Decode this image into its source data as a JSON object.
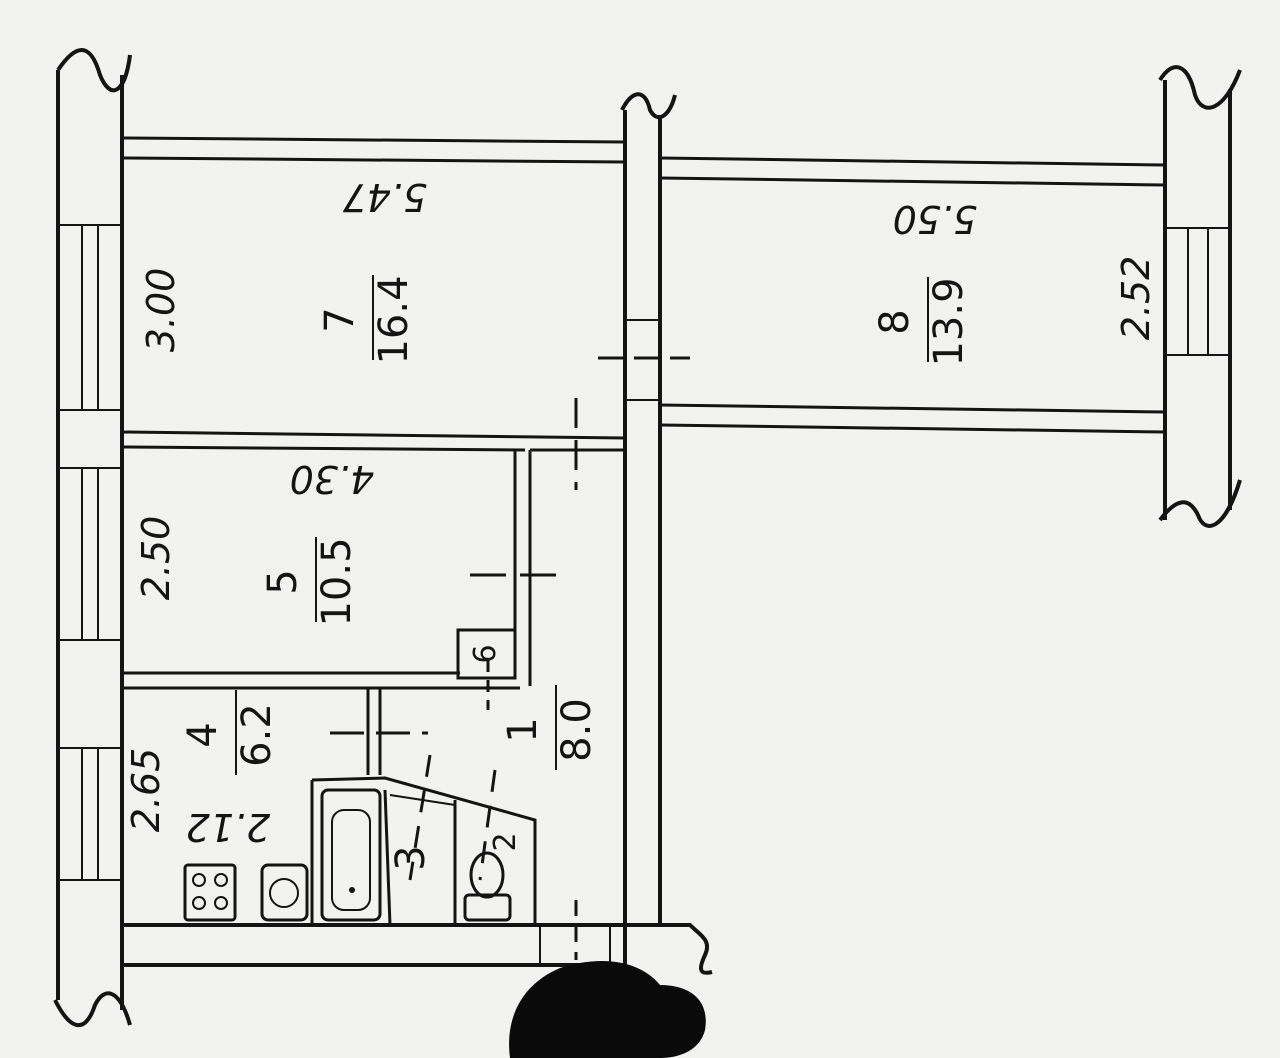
{
  "rooms": [
    {
      "id": "1",
      "area": "8.0"
    },
    {
      "id": "2"
    },
    {
      "id": "3"
    },
    {
      "id": "4",
      "area": "6.2"
    },
    {
      "id": "5",
      "area": "10.5"
    },
    {
      "id": "6"
    },
    {
      "id": "7",
      "area": "16.4"
    },
    {
      "id": "8",
      "area": "13.9"
    }
  ],
  "dimensions": {
    "room7_length": "5.47",
    "room7_width": "3.00",
    "room5_length": "4.30",
    "room5_width": "2.50",
    "room4_length": "2.12",
    "room4_width": "2.65",
    "room8_length": "5.50",
    "room8_width": "2.52"
  },
  "colors": {
    "ink": "#141414",
    "paper": "#f2f2f1",
    "redaction": "#0a0a0a"
  }
}
